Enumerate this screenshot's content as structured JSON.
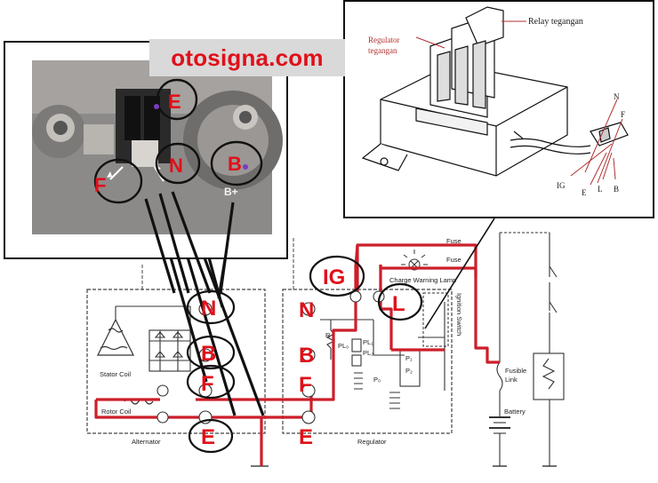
{
  "watermark": "otosigna.com",
  "photo": {
    "terminal_e": "E",
    "terminal_f": "F",
    "terminal_n": "N",
    "terminal_b": "B",
    "terminal_bplus": "B+"
  },
  "relay_drawing": {
    "label_relay": "Relay tegangan",
    "label_regulator_line1": "Regulator",
    "label_regulator_line2": "tegangan",
    "pin_n": "N",
    "pin_f": "F",
    "pin_ig": "IG",
    "pin_e": "E",
    "pin_l": "L",
    "pin_b": "B"
  },
  "schematic": {
    "alt_n": "N",
    "alt_b": "B",
    "alt_f": "F",
    "alt_e": "E",
    "reg_n": "N",
    "reg_b": "B",
    "reg_f": "F",
    "reg_e": "E",
    "ig": "IG",
    "l": "L",
    "fuse_1": "Fuse",
    "fuse_2": "Fuse",
    "charge_warning_lamp": "Charge Warning Lamp",
    "ignition_switch": "Ignition Switch",
    "fusible_link_line1": "Fusible",
    "fusible_link_line2": "Link",
    "battery": "Battery",
    "stator_coil": "Stator Coil",
    "rotor_coil": "Rotor Coil",
    "alternator": "Alternator",
    "regulator": "Regulator",
    "pl0": "PL₀",
    "pl1": "PL₁",
    "pl2": "PL₂",
    "p0": "P₀",
    "p1": "P₁",
    "p2": "P₂",
    "r": "R"
  },
  "colors": {
    "red_wire": "#cc1f2a",
    "red_label": "#e0101a",
    "black_wire": "#111111",
    "photo_bg": "#8c8a88",
    "watermark_bg": "#d9d9d9"
  }
}
